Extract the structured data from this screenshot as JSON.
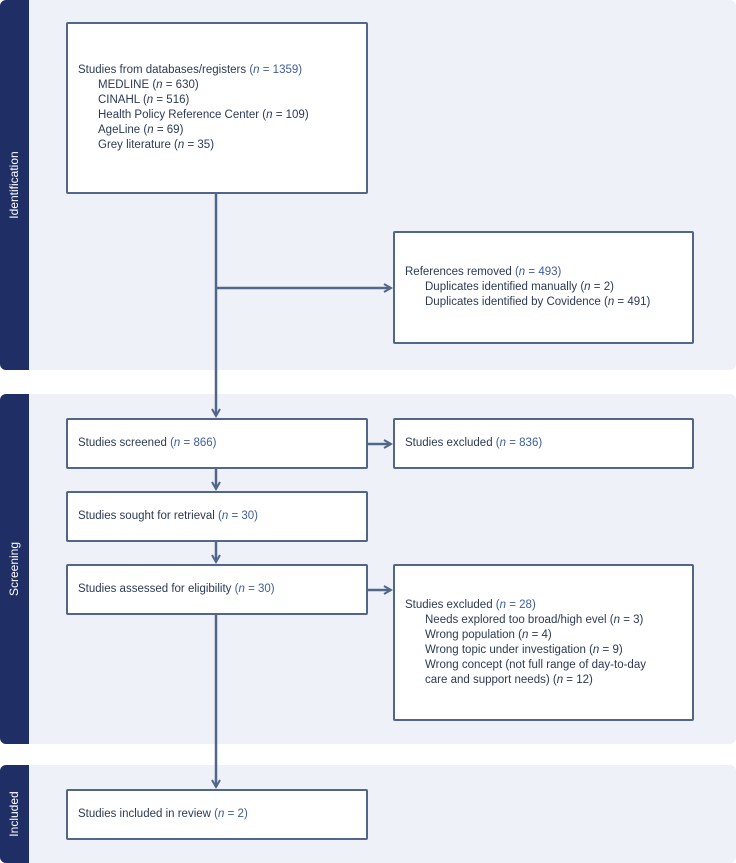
{
  "sections": {
    "identification": "Identification",
    "screening": "Screening",
    "included": "Included"
  },
  "boxes": {
    "databases": {
      "title": "Studies from databases/registers",
      "title_n": "1359",
      "items": [
        {
          "label": "MEDLINE",
          "n": "630"
        },
        {
          "label": "CINAHL",
          "n": "516"
        },
        {
          "label": "Health Policy Reference Center",
          "n": "109"
        },
        {
          "label": "AgeLine",
          "n": "69"
        },
        {
          "label": "Grey literature",
          "n": "35"
        }
      ]
    },
    "removed": {
      "title": "References removed",
      "title_n": "493",
      "items": [
        {
          "label": "Duplicates identified manually",
          "n": "2"
        },
        {
          "label": "Duplicates identified by Covidence",
          "n": "491"
        }
      ]
    },
    "screened": {
      "title": "Studies screened",
      "n": "866"
    },
    "excluded_screen": {
      "title": "Studies excluded",
      "n": "836"
    },
    "sought": {
      "title": "Studies sought for retrieval",
      "n": "30"
    },
    "assessed": {
      "title": "Studies assessed for eligibility",
      "n": "30"
    },
    "excluded_elig": {
      "title": "Studies excluded",
      "title_n": "28",
      "items": [
        {
          "label": "Needs explored too broad/high evel",
          "n": "3"
        },
        {
          "label": "Wrong population",
          "n": "4"
        },
        {
          "label": "Wrong topic under investigation",
          "n": "9"
        },
        {
          "label": "Wrong concept (not full range of day-to-day",
          "n": ""
        },
        {
          "label": "care and support needs)",
          "n": "12"
        }
      ]
    },
    "included": {
      "title": "Studies included in review",
      "n": "2"
    }
  },
  "n_symbol": "n",
  "colors": {
    "band_bg": "#eef1f7",
    "band_tab": "#1f2f66",
    "box_border": "#52668a",
    "arrow": "#52668a",
    "count_text": "#3f5d9a"
  }
}
